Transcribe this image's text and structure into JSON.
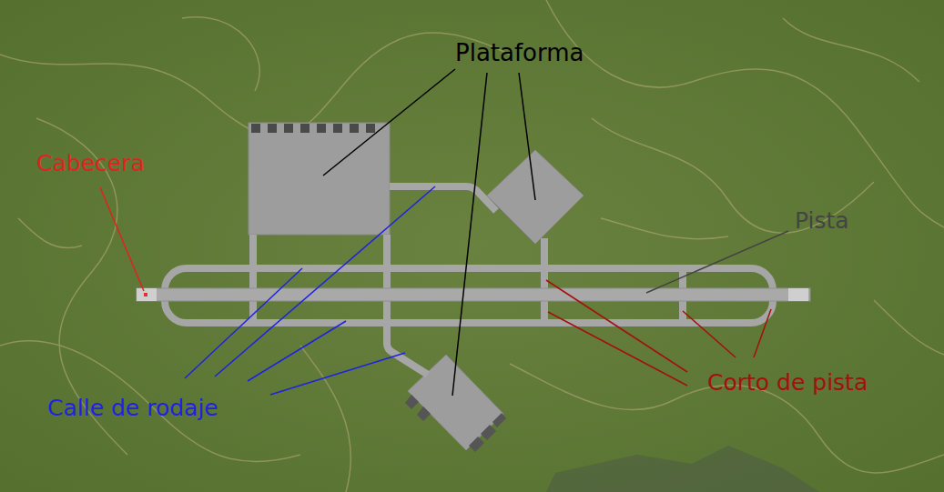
{
  "diagram": {
    "labels": [
      "Plataforma",
      "Cabecera",
      "Pista",
      "Calle de rodaje",
      "Corto de pista"
    ]
  }
}
